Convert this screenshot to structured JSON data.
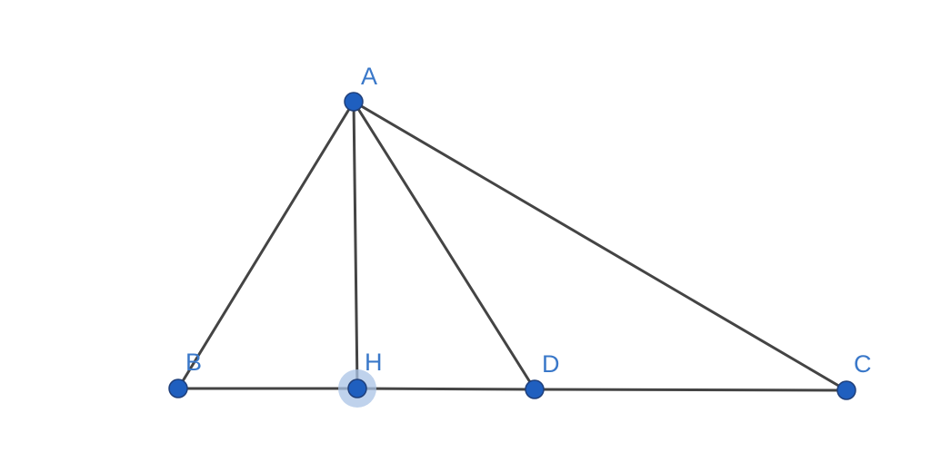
{
  "points": [
    {
      "id": "A",
      "label": "A"
    },
    {
      "id": "B",
      "label": "B"
    },
    {
      "id": "H",
      "label": "H",
      "selected": true
    },
    {
      "id": "D",
      "label": "D"
    },
    {
      "id": "C",
      "label": "C"
    }
  ],
  "segments": [
    [
      "A",
      "B"
    ],
    [
      "A",
      "H"
    ],
    [
      "A",
      "D"
    ],
    [
      "A",
      "C"
    ],
    [
      "B",
      "H"
    ],
    [
      "H",
      "D"
    ],
    [
      "D",
      "C"
    ]
  ],
  "colors": {
    "segment": "#444444",
    "point_fill": "#1f5fbf",
    "point_label": "#3a78c9",
    "selection_halo": "#a9c3e6"
  }
}
